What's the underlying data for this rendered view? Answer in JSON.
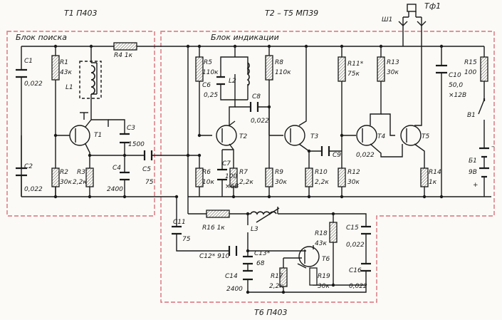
{
  "titles": {
    "t1": "Т1 П403",
    "t2t5": "Т2 – Т5 МП39",
    "t6": "Т6 П403",
    "block_search": "Блок поиска",
    "block_ind": "Блок индикации",
    "tf": "Тф1",
    "sh": "Ш1"
  },
  "labels": {
    "C1": "С1",
    "C1v": "0,022",
    "R1": "R1",
    "R1v": "43к",
    "R4": "R4 1к",
    "L1": "L1",
    "T1": "Т1",
    "C3": "С3",
    "C3v": "1500",
    "C2": "С2",
    "C2v": "0,022",
    "R2": "R2",
    "R2v": "30к",
    "R3": "R3",
    "R3v": "2,2к",
    "C4": "С4",
    "C4v": "2400",
    "C5": "С5",
    "C5v": "75",
    "R5": "R5",
    "R5v": "110к",
    "C6": "С6",
    "C6v": "0,25",
    "L2": "L2",
    "C8": "С8",
    "C8v": "0,022",
    "T2": "Т2",
    "R6": "R6",
    "R6v": "10к",
    "C7": "С7",
    "C7v": "100",
    "C7v2": "×6В",
    "R7": "R7",
    "R7v": "2,2к",
    "R8": "R8",
    "R8v": "110к",
    "T3": "Т3",
    "R9": "R9",
    "R9v": "30к",
    "R10": "R10",
    "R10v": "2,2к",
    "C9": "С9",
    "C9v": "0,022",
    "R11": "R11*",
    "R11v": "75к",
    "R12": "R12",
    "R12v": "30к",
    "T4": "Т4",
    "R13": "R13",
    "R13v": "30к",
    "T5": "Т5",
    "R14": "R14",
    "R14v": "1к",
    "C10": "С10",
    "C10v": "50,0",
    "C10v2": "×12В",
    "R15": "R15",
    "R15v": "100",
    "B1": "В1",
    "BAT": "Б1",
    "BATv": "9В",
    "minus": "–",
    "plus": "+",
    "C11": "С11",
    "C11v": "75",
    "R16": "R16 1к",
    "L3": "L3",
    "C12": "С12* 910",
    "C13": "С13*",
    "C13v": "68",
    "T6": "Т6",
    "R18": "R18",
    "R18v": "43к",
    "C15": "С15",
    "C15v": "0,022",
    "C14": "С14",
    "C14v": "2400",
    "R17": "R17",
    "R17v": "2,2к",
    "R19": "R19",
    "R19v": "30к",
    "C16": "С16",
    "C16v": "0,022"
  },
  "colors": {
    "wire": "#1a1a1a",
    "frame": "#d9707a",
    "paper": "#fbfaf6"
  }
}
